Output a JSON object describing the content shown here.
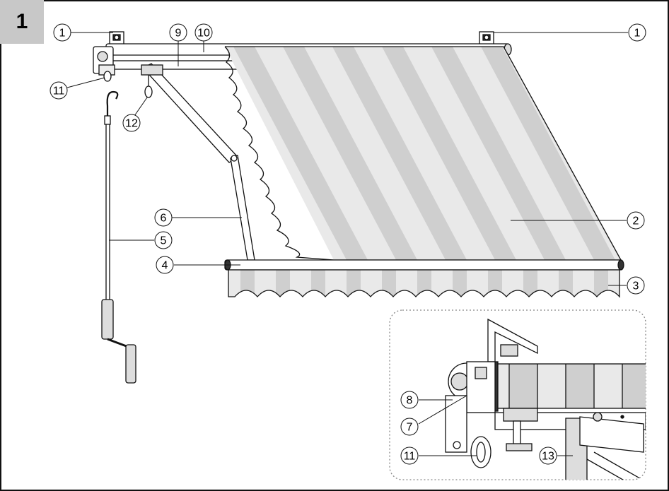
{
  "figure": {
    "number": "1"
  },
  "callouts": [
    {
      "id": "c1a",
      "label": "1"
    },
    {
      "id": "c1b",
      "label": "1"
    },
    {
      "id": "c9",
      "label": "9"
    },
    {
      "id": "c10",
      "label": "10"
    },
    {
      "id": "c11a",
      "label": "11"
    },
    {
      "id": "c12",
      "label": "12"
    },
    {
      "id": "c2",
      "label": "2"
    },
    {
      "id": "c6",
      "label": "6"
    },
    {
      "id": "c5",
      "label": "5"
    },
    {
      "id": "c4",
      "label": "4"
    },
    {
      "id": "c3",
      "label": "3"
    },
    {
      "id": "c8",
      "label": "8"
    },
    {
      "id": "c7",
      "label": "7"
    },
    {
      "id": "c11b",
      "label": "11"
    },
    {
      "id": "c13",
      "label": "13"
    }
  ],
  "colors": {
    "stripe_light": "#e9e9e9",
    "stripe_dark": "#cfcfcf",
    "line": "#111111",
    "tab": "#c8c8c8"
  }
}
